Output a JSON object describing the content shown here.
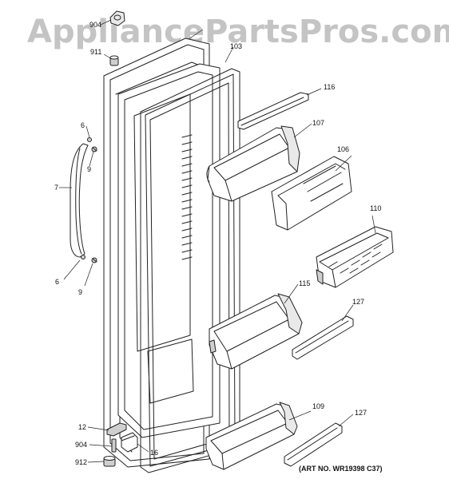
{
  "watermark": "AppliancePartsPros.com",
  "art_number": "(ART NO. WR19398 C37)",
  "callouts": {
    "p904": "904",
    "p911": "911",
    "p103": "103",
    "p116": "116",
    "p6a": "6",
    "p9a": "9",
    "p107": "107",
    "p106": "106",
    "p7": "7",
    "p110": "110",
    "p6b": "6",
    "p9b": "9",
    "p115": "115",
    "p127a": "127",
    "p12": "12",
    "p109": "109",
    "p127b": "127",
    "p904b": "904",
    "p16": "16",
    "p912": "912"
  }
}
